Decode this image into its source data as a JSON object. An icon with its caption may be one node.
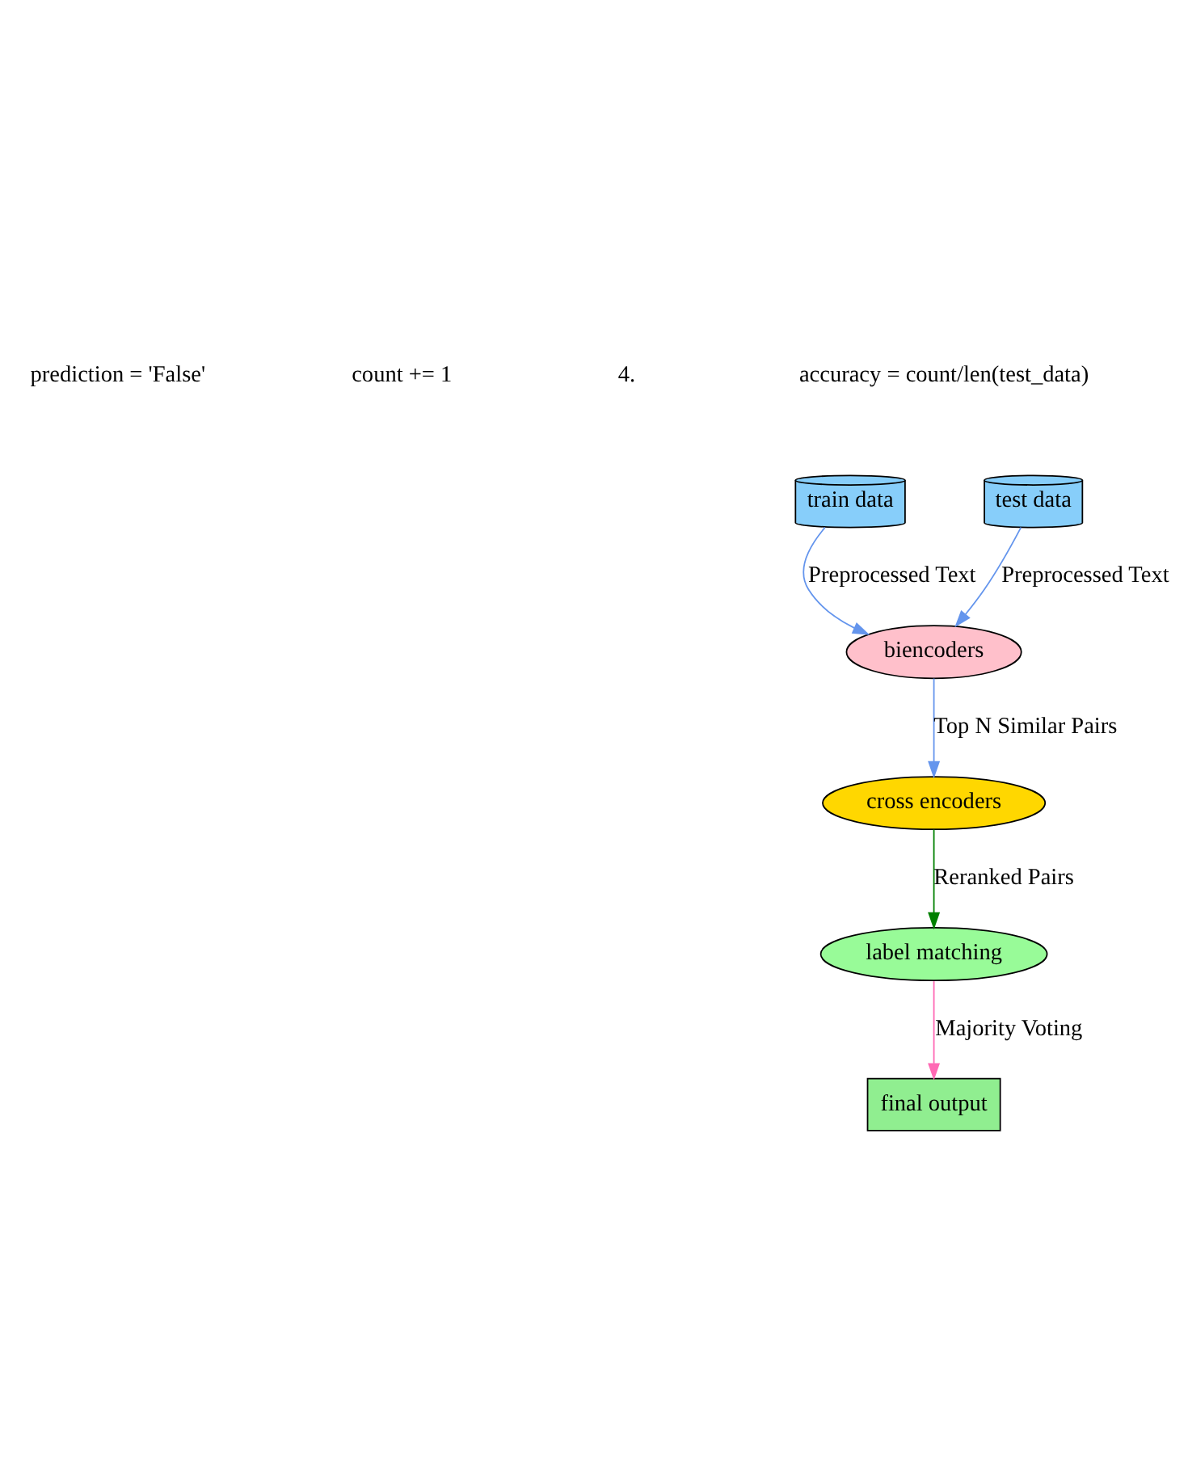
{
  "diagram": {
    "nodes": [
      {
        "text": [
          "train data"
        ]
      },
      {
        "text": [
          "test data"
        ]
      },
      {
        "text": [
          "biencoders"
        ]
      },
      {
        "text": [
          "cross encoders"
        ]
      },
      {
        "text": [
          "label matching"
        ]
      },
      {
        "text": [
          "final output"
        ]
      }
    ],
    "edges": [
      {
        "from": 0,
        "to": 2,
        "arrow": "to",
        "label": "Preprocessed Text",
        "color": "#6495ed"
      },
      {
        "from": 1,
        "to": 2,
        "arrow": "to",
        "label": "Preprocessed Text",
        "color": "#6495ed"
      },
      {
        "from": 2,
        "to": 3,
        "arrow": "to",
        "label": "Top N Similar Pairs",
        "color": "#6495ed"
      },
      {
        "from": 3,
        "to": 4,
        "arrow": "to",
        "label": "Reranked Pairs",
        "color": "#008000"
      },
      {
        "from": 4,
        "to": 5,
        "arrow": "to",
        "label": "Majority Voting",
        "color": "#ff69b4"
      }
    ],
    "labels": [
      "prediction = 'False'",
      "count += 1",
      "4.",
      "accuracy = count/len(test_data)"
    ]
  }
}
